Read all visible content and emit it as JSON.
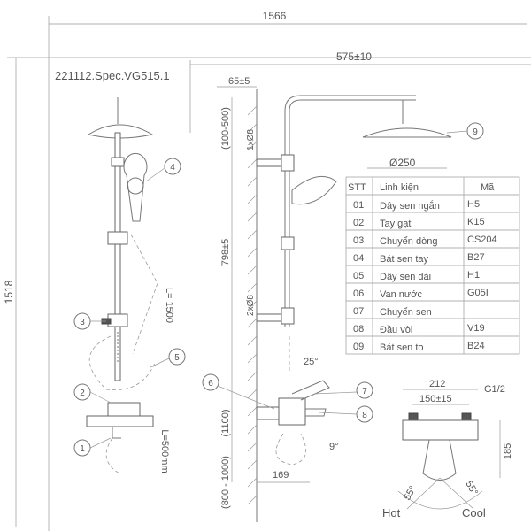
{
  "title": "221112.Spec.VG515.1",
  "dimensions": {
    "overall_width": "1566",
    "overall_height": "1518",
    "wall_offset": "65±5",
    "arm_length": "575±10",
    "bracket_range": "(100-500)",
    "top_screws": "1xØ8",
    "bar_height": "798±5",
    "bottom_screws": "2xØ8",
    "mixer_height": "(1100)",
    "mixer_height_range": "(800 - 1000)",
    "spout_depth": "169",
    "lever_angle": "25°",
    "spout_angle": "9°",
    "head_diameter": "Ø250",
    "long_hose": "L= 1500",
    "short_hose": "L=500mm",
    "mixer_width": "212",
    "inlet_spacing": "150±15",
    "thread": "G1/2",
    "mixer_depth": "185",
    "hot_angle": "55°",
    "cool_angle": "55°",
    "hot_label": "Hot",
    "cool_label": "Cool"
  },
  "callouts": [
    "1",
    "2",
    "3",
    "4",
    "5",
    "6",
    "7",
    "8",
    "9"
  ],
  "parts_table": {
    "headers": [
      "STT",
      "Linh kiện",
      "Mã"
    ],
    "rows": [
      [
        "01",
        "Dây sen ngắn",
        "H5"
      ],
      [
        "02",
        "Tay gạt",
        "K15"
      ],
      [
        "03",
        "Chuyển dòng",
        "CS204"
      ],
      [
        "04",
        "Bát sen tay",
        "B27"
      ],
      [
        "05",
        "Dây sen dài",
        "H1"
      ],
      [
        "06",
        "Van nước",
        "G05I"
      ],
      [
        "07",
        "Chuyển sen",
        ""
      ],
      [
        "08",
        "Đầu vòi",
        "V19"
      ],
      [
        "09",
        "Bát sen to",
        "B24"
      ]
    ]
  }
}
